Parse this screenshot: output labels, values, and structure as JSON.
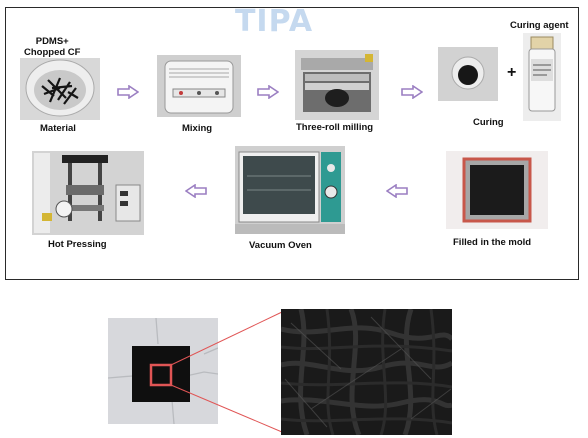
{
  "watermark": "TIPA",
  "steps": {
    "material_top": [
      "PDMS+",
      "Chopped CF"
    ],
    "material": "Material",
    "mixing": "Mixing",
    "milling": "Three-roll milling",
    "curing_agent": "Curing agent",
    "curing": "Curing",
    "mold": "Filled in the mold",
    "oven": "Vacuum Oven",
    "pressing": "Hot Pressing"
  },
  "plus": "+",
  "colors": {
    "arrow": "#9b7fc2",
    "zoom_box": "#e05555",
    "frame": "#2a2a2a"
  }
}
